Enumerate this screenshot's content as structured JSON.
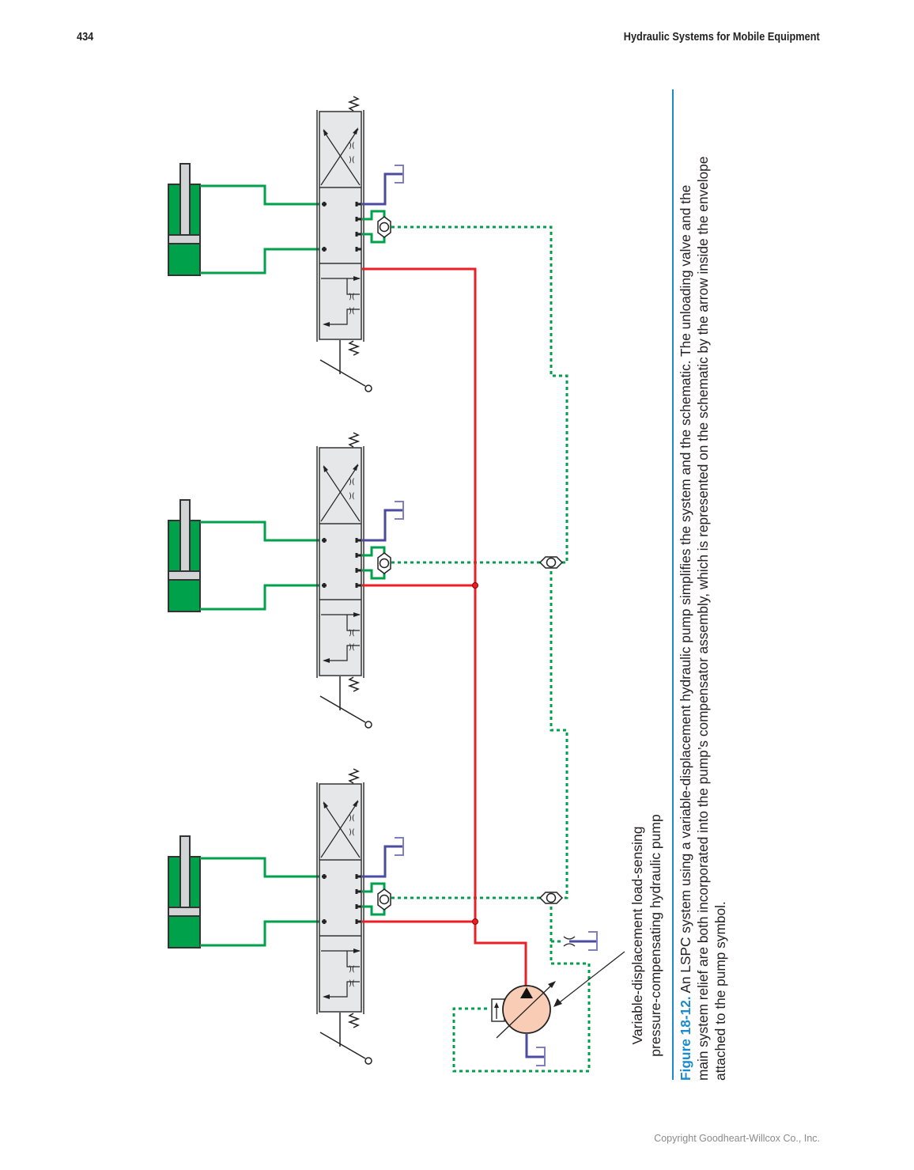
{
  "header": {
    "page_number": "434",
    "running_title": "Hydraulic Systems for Mobile Equipment"
  },
  "diagram": {
    "pump_label": [
      "Variable-displacement load-sensing",
      "pressure-compensating hydraulic pump"
    ],
    "colors": {
      "pressure": "#ee1c25",
      "load_sense": "#00a14b",
      "tank": "#4b4ba0",
      "cylinder": "#00a14b",
      "pump": "#f9cdb5",
      "valve_body": "#e6e7e8"
    }
  },
  "caption": {
    "figure_label": "Figure 18-12.",
    "lines": [
      " An LSPC system using a variable-displacement hydraulic pump simplifies the system and the schematic. The unloading valve and the",
      "main system relief are both incorporated into the pump’s compensator assembly, which is represented on the schematic by the arrow inside the envelope",
      "attached to the pump symbol."
    ]
  },
  "footer": {
    "copyright": "Copyright Goodheart-Willcox Co., Inc."
  }
}
